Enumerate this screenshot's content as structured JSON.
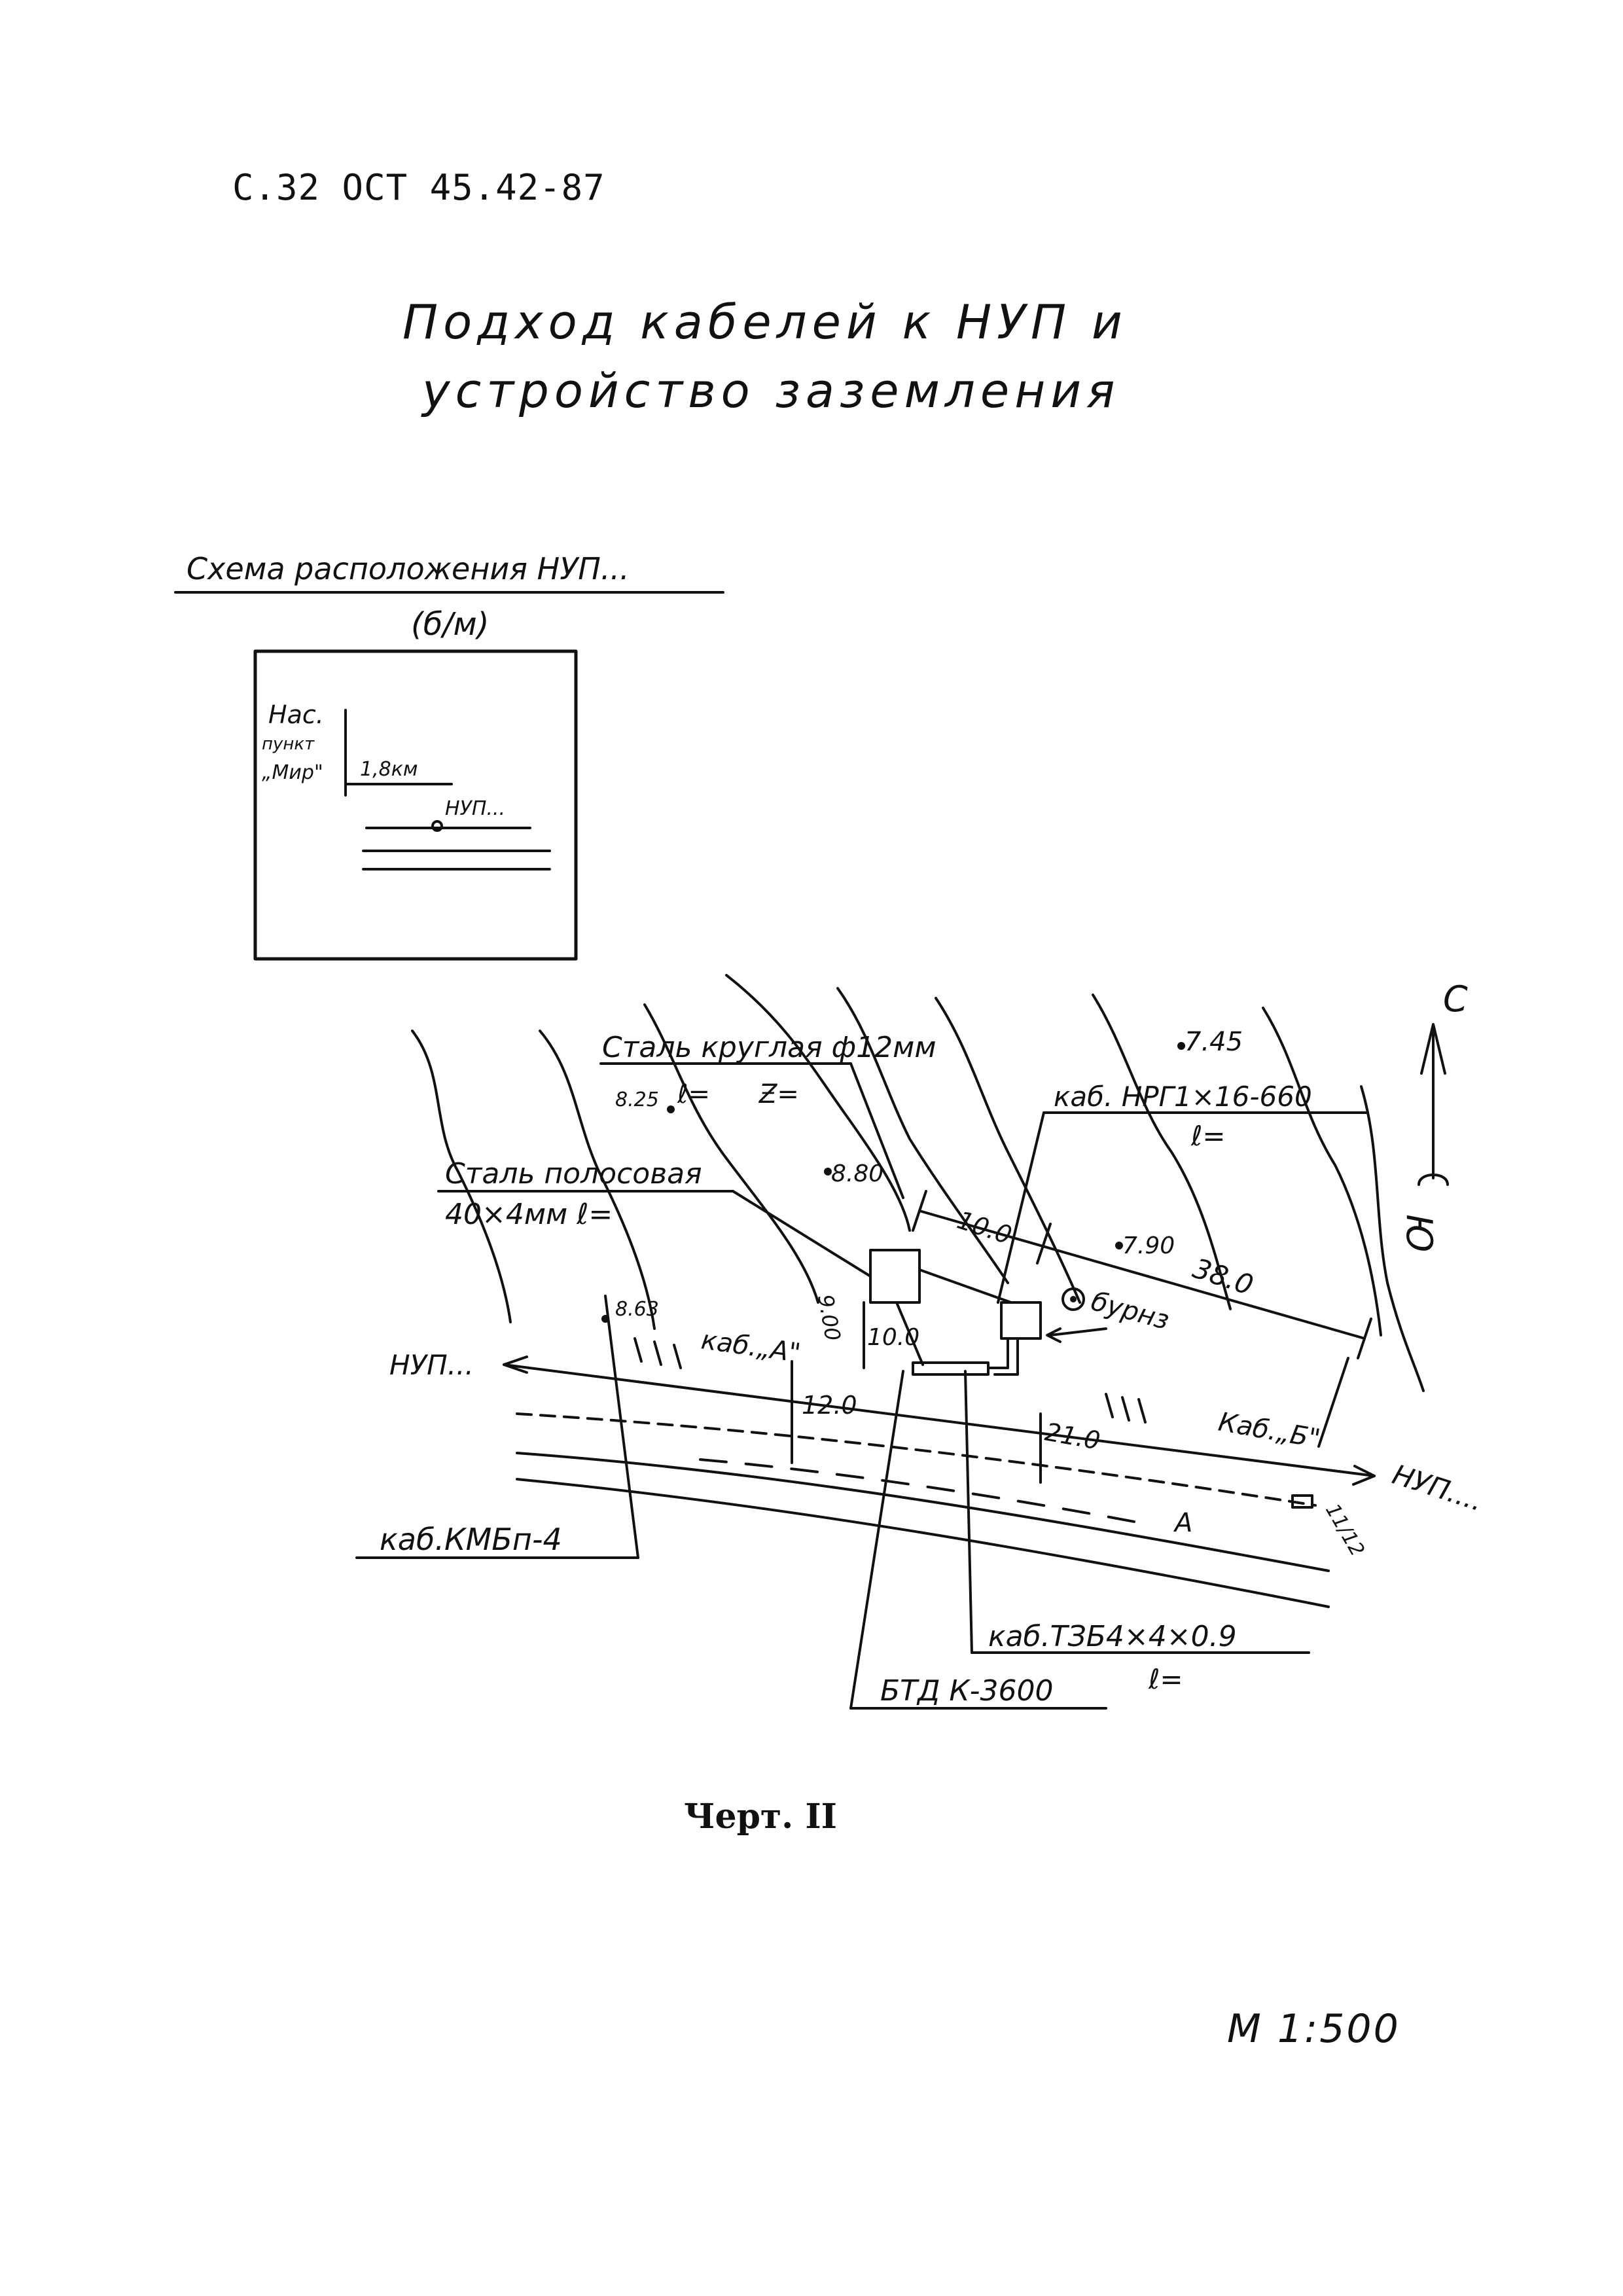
{
  "header": "С.32 ОСТ 45.42-87",
  "title": [
    "Подход кабелей к НУП и",
    "устройство заземления"
  ],
  "inset": {
    "heading": "Схема расположения НУП...",
    "subheading": "(б/м)",
    "settlement": [
      "Нас.",
      "пункт",
      "„Мир\""
    ],
    "distance": "1,8км",
    "nup": "НУП..."
  },
  "labels": {
    "steel_round": "Сталь круглая ф12мм",
    "e1": "ℓ=",
    "z": "Ƶ=",
    "mark_825": "8.25",
    "mark_745": "7.45",
    "cable_nrg": "каб. НРГ1×16-660",
    "e2": "ℓ=",
    "steel_strip": "Сталь полосовая",
    "steel_strip_size": "40×4мм ℓ=",
    "mark_880": "8.80",
    "dim_10a": "10.0",
    "mark_790": "7.90",
    "dim_38": "38.0",
    "mark_863": "8.63",
    "mark_900": "9.00",
    "dim_10b": "10.0",
    "borehole": "бурнз",
    "nup_left": "НУП...",
    "cable_a": "каб.„А\"",
    "dim_12": "12.0",
    "dim_21": "21.0",
    "cable_b": "Каб.„Б\"",
    "nup_right": "НУП....",
    "km": "11/12",
    "road": "А",
    "cable_km": "каб.КМБп-4",
    "cable_tzb": "каб.ТЗБ4×4×0.9",
    "e3": "ℓ=",
    "btd": "БТД  К-3600",
    "north": "С",
    "south": "Ю"
  },
  "caption": "Черт. II",
  "scale": "М 1:500"
}
